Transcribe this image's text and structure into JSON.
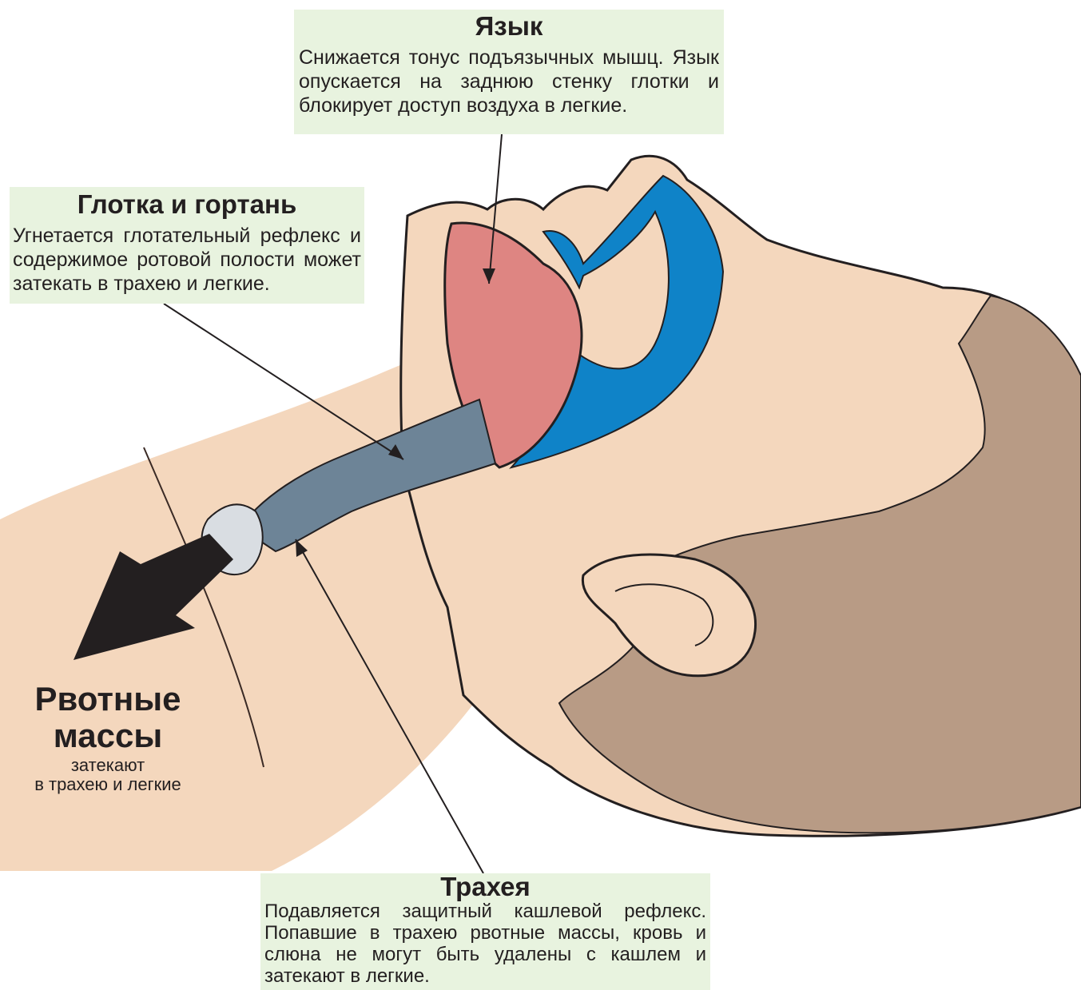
{
  "callouts": {
    "tongue": {
      "title": "Язык",
      "text": "Снижается тонус подъязычных мышц. Язык опускается на заднюю стенку глотки и блокирует доступ воздуха в легкие."
    },
    "pharynx": {
      "title": "Глотка и гортань",
      "text": "Угнетается глотательный рефлекс и содержимое ротовой полости может затекать в трахею и легкие."
    },
    "trachea": {
      "title": "Трахея",
      "text": "Подавляется защитный кашлевой рефлекс. Попавшие в трахею рвотные массы, кровь и слюна не могут быть удалены с кашлем и затекают в легкие."
    },
    "vomit": {
      "title_line1": "Рвотные",
      "title_line2": "массы",
      "sub_line1": "затекают",
      "sub_line2": "в трахею и легкие"
    }
  },
  "colors": {
    "skin": "#f4d7bd",
    "hair": "#b89b85",
    "tongue": "#de8582",
    "pharynx": "#0f83c8",
    "trachea": "#6d8497",
    "callout_bg": "#e8f3df",
    "arrow": "#231f20"
  }
}
